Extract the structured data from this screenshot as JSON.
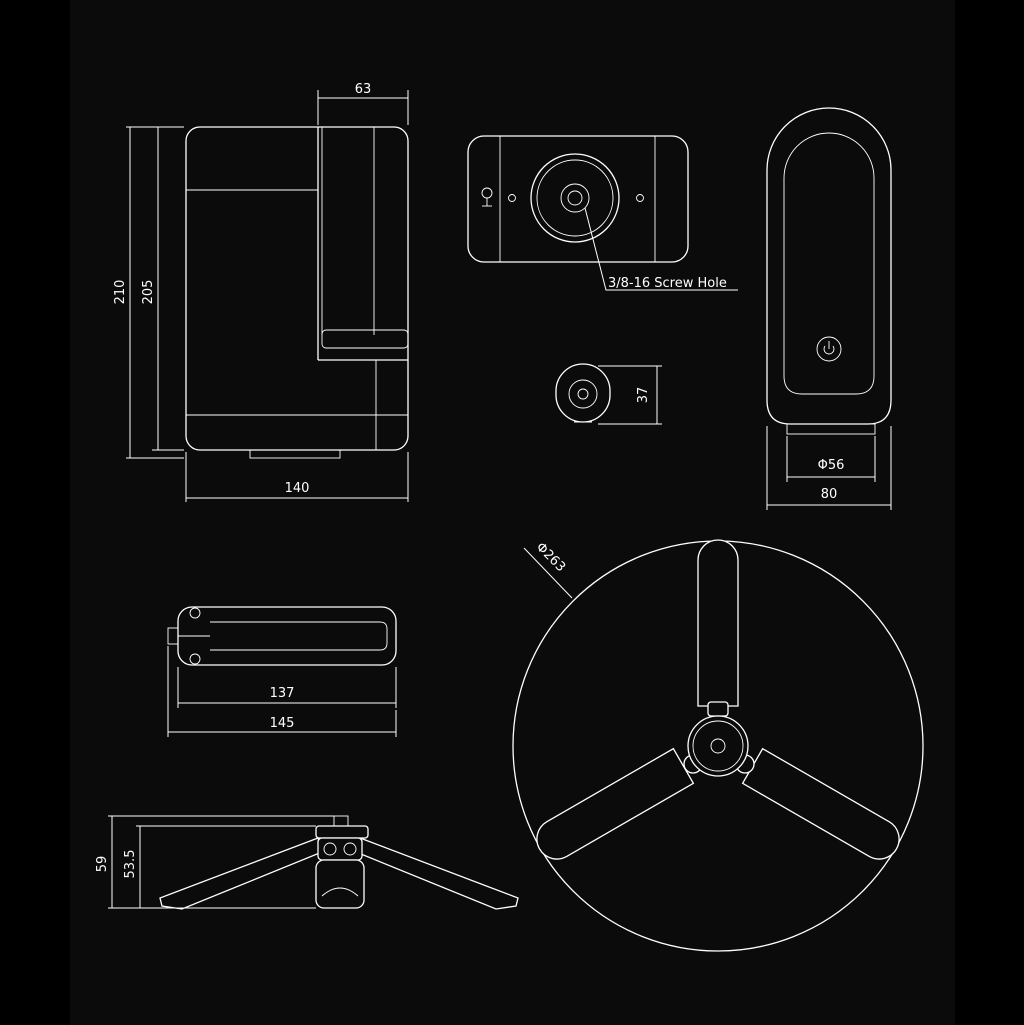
{
  "colors": {
    "background": "#000000",
    "panel": "#0b0b0b",
    "line": "#ffffff"
  },
  "dims": {
    "side_height_outer": "210",
    "side_height_inner": "205",
    "side_depth_top": "63",
    "side_width": "140",
    "screw_hole": "3/8-16 Screw Hole",
    "knob_height": "37",
    "back_inner": "Φ56",
    "back_outer": "80",
    "tripod_diameter": "Φ263",
    "folded_inner": "137",
    "folded_outer": "145",
    "stand_height_outer": "59",
    "stand_height_inner": "53.5"
  },
  "icons": {
    "power": "power-icon",
    "mount": "mount-icon"
  }
}
